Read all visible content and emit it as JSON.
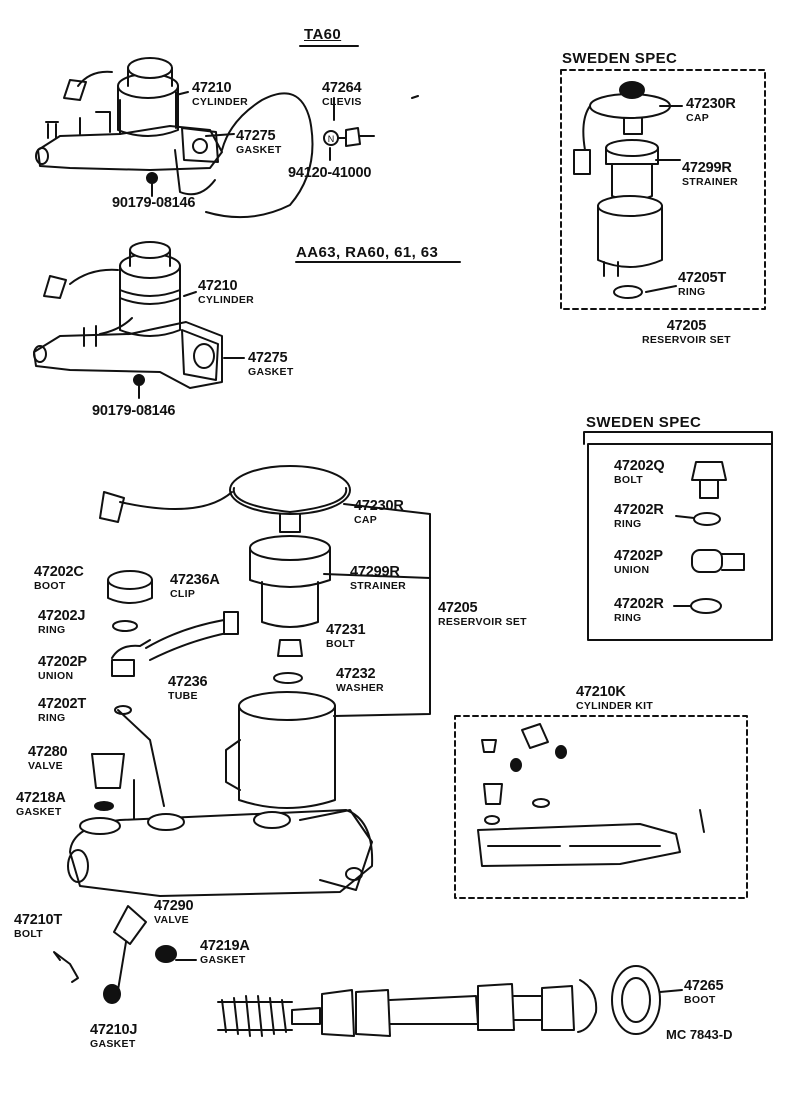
{
  "headers": {
    "ta60": "TA60",
    "aa63": "AA63, RA60, 61, 63",
    "sweden_top": "SWEDEN  SPEC",
    "sweden_mid": "SWEDEN  SPEC"
  },
  "ta60": {
    "cylinder": {
      "num": "47210",
      "name": "CYLINDER"
    },
    "gasket": {
      "num": "47275",
      "name": "GASKET"
    },
    "clevis": {
      "num": "47264",
      "name": "CLEVIS"
    },
    "pin": "94120-41000",
    "nut": "90179-08146"
  },
  "aa63": {
    "cylinder": {
      "num": "47210",
      "name": "CYLINDER"
    },
    "gasket": {
      "num": "47275",
      "name": "GASKET"
    },
    "nut": "90179-08146"
  },
  "sweden_top": {
    "cap": {
      "num": "47230R",
      "name": "CAP"
    },
    "strainer": {
      "num": "47299R",
      "name": "STRAINER"
    },
    "ring": {
      "num": "47205T",
      "name": "RING"
    },
    "set": {
      "num": "47205",
      "name": "RESERVOIR SET"
    }
  },
  "sweden_mid": {
    "bolt": {
      "num": "47202Q",
      "name": "BOLT"
    },
    "ring1": {
      "num": "47202R",
      "name": "RING"
    },
    "union": {
      "num": "47202P",
      "name": "UNION"
    },
    "ring2": {
      "num": "47202R",
      "name": "RING"
    }
  },
  "main": {
    "cap": {
      "num": "47230R",
      "name": "CAP"
    },
    "strainer": {
      "num": "47299R",
      "name": "STRAINER"
    },
    "set": {
      "num": "47205",
      "name": "RESERVOIR SET"
    },
    "bolt": {
      "num": "47231",
      "name": "BOLT"
    },
    "washer": {
      "num": "47232",
      "name": "WASHER"
    },
    "boot": {
      "num": "47202C",
      "name": "BOOT"
    },
    "clip": {
      "num": "47236A",
      "name": "CLIP"
    },
    "ring_j": {
      "num": "47202J",
      "name": "RING"
    },
    "union": {
      "num": "47202P",
      "name": "UNION"
    },
    "tube": {
      "num": "47236",
      "name": "TUBE"
    },
    "ring_t": {
      "num": "47202T",
      "name": "RING"
    },
    "valve": {
      "num": "47280",
      "name": "VALVE"
    },
    "gasket_a": {
      "num": "47218A",
      "name": "GASKET"
    },
    "bolt_t": {
      "num": "47210T",
      "name": "BOLT"
    },
    "valve2": {
      "num": "47290",
      "name": "VALVE"
    },
    "gasket_219": {
      "num": "47219A",
      "name": "GASKET"
    },
    "gasket_j": {
      "num": "47210J",
      "name": "GASKET"
    },
    "kit": {
      "num": "47210K",
      "name": "CYLINDER KIT"
    },
    "boot_265": {
      "num": "47265",
      "name": "BOOT"
    }
  },
  "footer": {
    "code": "MC  7843-D"
  }
}
